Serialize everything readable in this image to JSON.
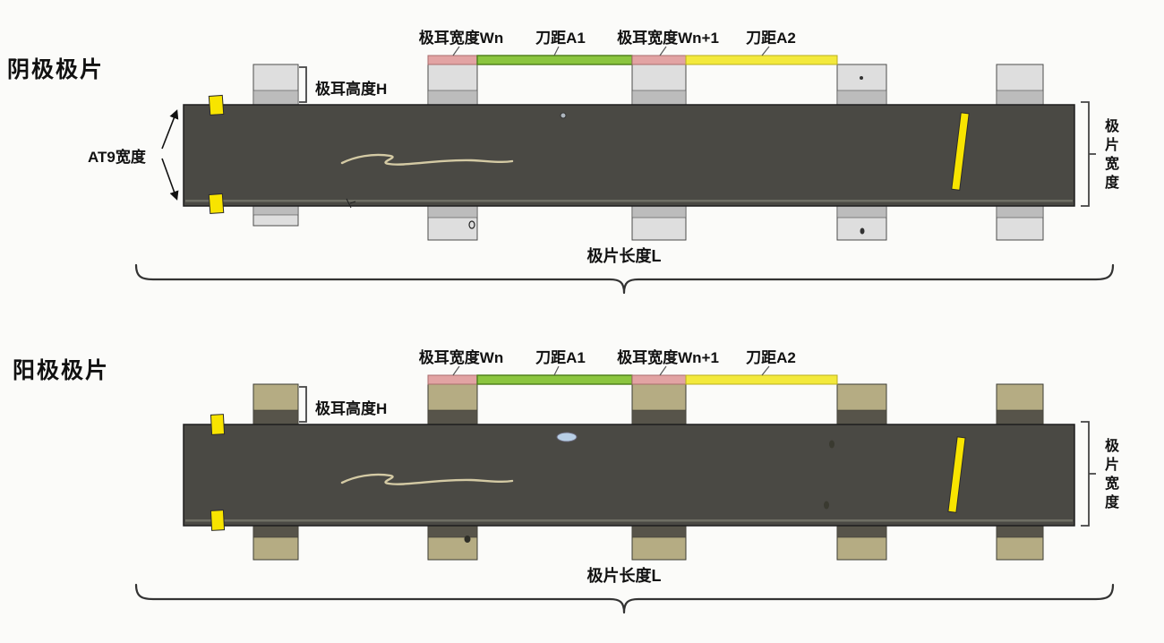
{
  "colors": {
    "page_bg": "#fbfbf9",
    "ink": "#111111",
    "strip": "#4a4944",
    "strip_edge": "#8d8c80",
    "cathode_tab": "#dedede",
    "cathode_tab_band": "#bcbcbc",
    "anode_tab": "#b5ac83",
    "anode_tab_band": "#57544a",
    "tab_width_highlight": "#e2a3a3",
    "knife_a1_highlight": "#8bc53f",
    "knife_a2_highlight": "#f3e93c",
    "marker_yellow": "#f8e400"
  },
  "sections": [
    {
      "id": "cathode",
      "title": "阴极极片",
      "labels": {
        "tab_width_n": "极耳宽度Wn",
        "knife_pitch_a1": "刀距A1",
        "tab_width_n_plus_1": "极耳宽度Wn+1",
        "knife_pitch_a2": "刀距A2",
        "tab_height": "极耳高度H",
        "at9_width": "AT9宽度",
        "sheet_width": "极片宽度",
        "sheet_length": "极片长度L"
      }
    },
    {
      "id": "anode",
      "title": "阳极极片",
      "labels": {
        "tab_width_n": "极耳宽度Wn",
        "knife_pitch_a1": "刀距A1",
        "tab_width_n_plus_1": "极耳宽度Wn+1",
        "knife_pitch_a2": "刀距A2",
        "tab_height": "极耳高度H",
        "sheet_width": "极片宽度",
        "sheet_length": "极片长度L"
      }
    }
  ]
}
